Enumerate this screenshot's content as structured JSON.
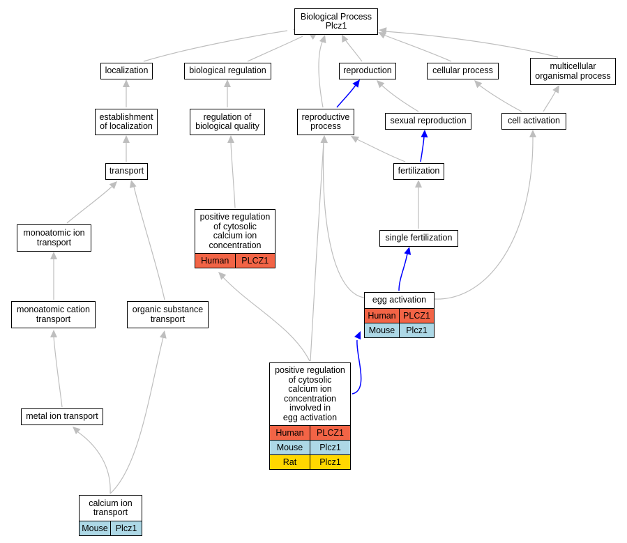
{
  "colors": {
    "Human": "#f26446",
    "Mouse": "#add8e6",
    "Rat": "#ffd700",
    "edge_gray": "#bebebe",
    "edge_blue": "#0000ff"
  },
  "nodes": {
    "root": {
      "label": "Biological Process\nPlcz1"
    },
    "localization": {
      "label": "localization"
    },
    "biological_regulation": {
      "label": "biological regulation"
    },
    "reproduction": {
      "label": "reproduction"
    },
    "cellular_process": {
      "label": "cellular process"
    },
    "multicellular": {
      "label": "multicellular\norganismal process"
    },
    "establishment": {
      "label": "establishment\nof localization"
    },
    "regulation_quality": {
      "label": "regulation of\nbiological quality"
    },
    "reproductive_process": {
      "label": "reproductive\nprocess"
    },
    "sexual_reproduction": {
      "label": "sexual reproduction"
    },
    "cell_activation": {
      "label": "cell activation"
    },
    "transport": {
      "label": "transport"
    },
    "fertilization": {
      "label": "fertilization"
    },
    "monoatomic_ion": {
      "label": "monoatomic ion\ntransport"
    },
    "single_fertilization": {
      "label": "single fertilization"
    },
    "pos_reg_calcium": {
      "label": "positive regulation\nof cytosolic\ncalcium ion\nconcentration",
      "rows": [
        {
          "species": "Human",
          "gene": "PLCZ1"
        }
      ]
    },
    "monoatomic_cation": {
      "label": "monoatomic cation\ntransport"
    },
    "organic_substance": {
      "label": "organic substance\ntransport"
    },
    "egg_activation": {
      "label": "egg activation",
      "rows": [
        {
          "species": "Human",
          "gene": "PLCZ1"
        },
        {
          "species": "Mouse",
          "gene": "Plcz1"
        }
      ]
    },
    "pos_reg_egg": {
      "label": "positive regulation\nof cytosolic\ncalcium ion\nconcentration\ninvolved in\negg activation",
      "rows": [
        {
          "species": "Human",
          "gene": "PLCZ1"
        },
        {
          "species": "Mouse",
          "gene": "Plcz1"
        },
        {
          "species": "Rat",
          "gene": "Plcz1"
        }
      ]
    },
    "metal_ion": {
      "label": "metal ion transport"
    },
    "calcium_ion": {
      "label": "calcium ion\ntransport",
      "rows": [
        {
          "species": "Mouse",
          "gene": "Plcz1"
        }
      ]
    }
  },
  "edges": [
    {
      "from": "localization",
      "to": "root",
      "color": "gray"
    },
    {
      "from": "biological_regulation",
      "to": "root",
      "color": "gray"
    },
    {
      "from": "reproduction",
      "to": "root",
      "color": "gray"
    },
    {
      "from": "cellular_process",
      "to": "root",
      "color": "gray"
    },
    {
      "from": "multicellular",
      "to": "root",
      "color": "gray"
    },
    {
      "from": "reproductive_process",
      "to": "root",
      "color": "gray"
    },
    {
      "from": "establishment",
      "to": "localization",
      "color": "gray"
    },
    {
      "from": "regulation_quality",
      "to": "biological_regulation",
      "color": "gray"
    },
    {
      "from": "reproductive_process",
      "to": "reproduction",
      "color": "blue"
    },
    {
      "from": "sexual_reproduction",
      "to": "reproduction",
      "color": "gray"
    },
    {
      "from": "cell_activation",
      "to": "cellular_process",
      "color": "gray"
    },
    {
      "from": "cell_activation",
      "to": "multicellular",
      "color": "gray"
    },
    {
      "from": "transport",
      "to": "establishment",
      "color": "gray"
    },
    {
      "from": "fertilization",
      "to": "reproductive_process",
      "color": "gray"
    },
    {
      "from": "fertilization",
      "to": "sexual_reproduction",
      "color": "blue"
    },
    {
      "from": "monoatomic_ion",
      "to": "transport",
      "color": "gray"
    },
    {
      "from": "organic_substance",
      "to": "transport",
      "color": "gray"
    },
    {
      "from": "pos_reg_calcium",
      "to": "regulation_quality",
      "color": "gray"
    },
    {
      "from": "single_fertilization",
      "to": "fertilization",
      "color": "gray"
    },
    {
      "from": "egg_activation",
      "to": "single_fertilization",
      "color": "blue"
    },
    {
      "from": "egg_activation",
      "to": "reproductive_process",
      "color": "gray"
    },
    {
      "from": "egg_activation",
      "to": "cell_activation",
      "color": "gray"
    },
    {
      "from": "monoatomic_cation",
      "to": "monoatomic_ion",
      "color": "gray"
    },
    {
      "from": "pos_reg_egg",
      "to": "pos_reg_calcium",
      "color": "gray"
    },
    {
      "from": "pos_reg_egg",
      "to": "egg_activation",
      "color": "blue"
    },
    {
      "from": "pos_reg_egg",
      "to": "reproductive_process",
      "color": "gray"
    },
    {
      "from": "metal_ion",
      "to": "monoatomic_cation",
      "color": "gray"
    },
    {
      "from": "calcium_ion",
      "to": "metal_ion",
      "color": "gray"
    },
    {
      "from": "calcium_ion",
      "to": "organic_substance",
      "color": "gray"
    }
  ]
}
